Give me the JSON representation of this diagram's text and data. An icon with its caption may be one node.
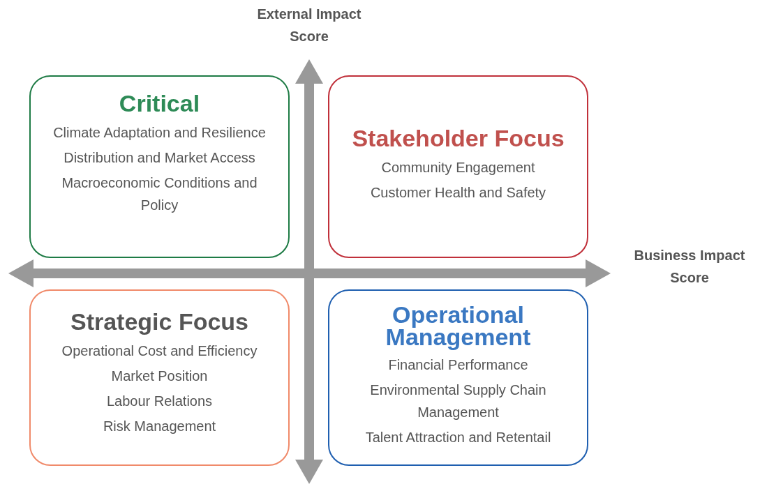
{
  "diagram": {
    "nodes": [
      {
        "text": [
          "Critical",
          "Climate Adaptation and Resilience",
          "Distribution and Market Access",
          "Macroeconomic Conditions and Policy"
        ]
      },
      {
        "text": [
          "Stakeholder Focus",
          "Community Engagement",
          "Customer Health and Safety"
        ]
      },
      {
        "text": [
          "Strategic Focus",
          "Operational Cost and Efficiency",
          "Market Position",
          "Labour Relations",
          "Risk Management"
        ]
      },
      {
        "text": [
          "Operational Management",
          "Financial Performance",
          "Environmental Supply Chain Management",
          "Talent Attraction and Retentail"
        ]
      }
    ],
    "edges": [],
    "labels": [
      "External Impact Score",
      "Business Impact Score"
    ]
  }
}
